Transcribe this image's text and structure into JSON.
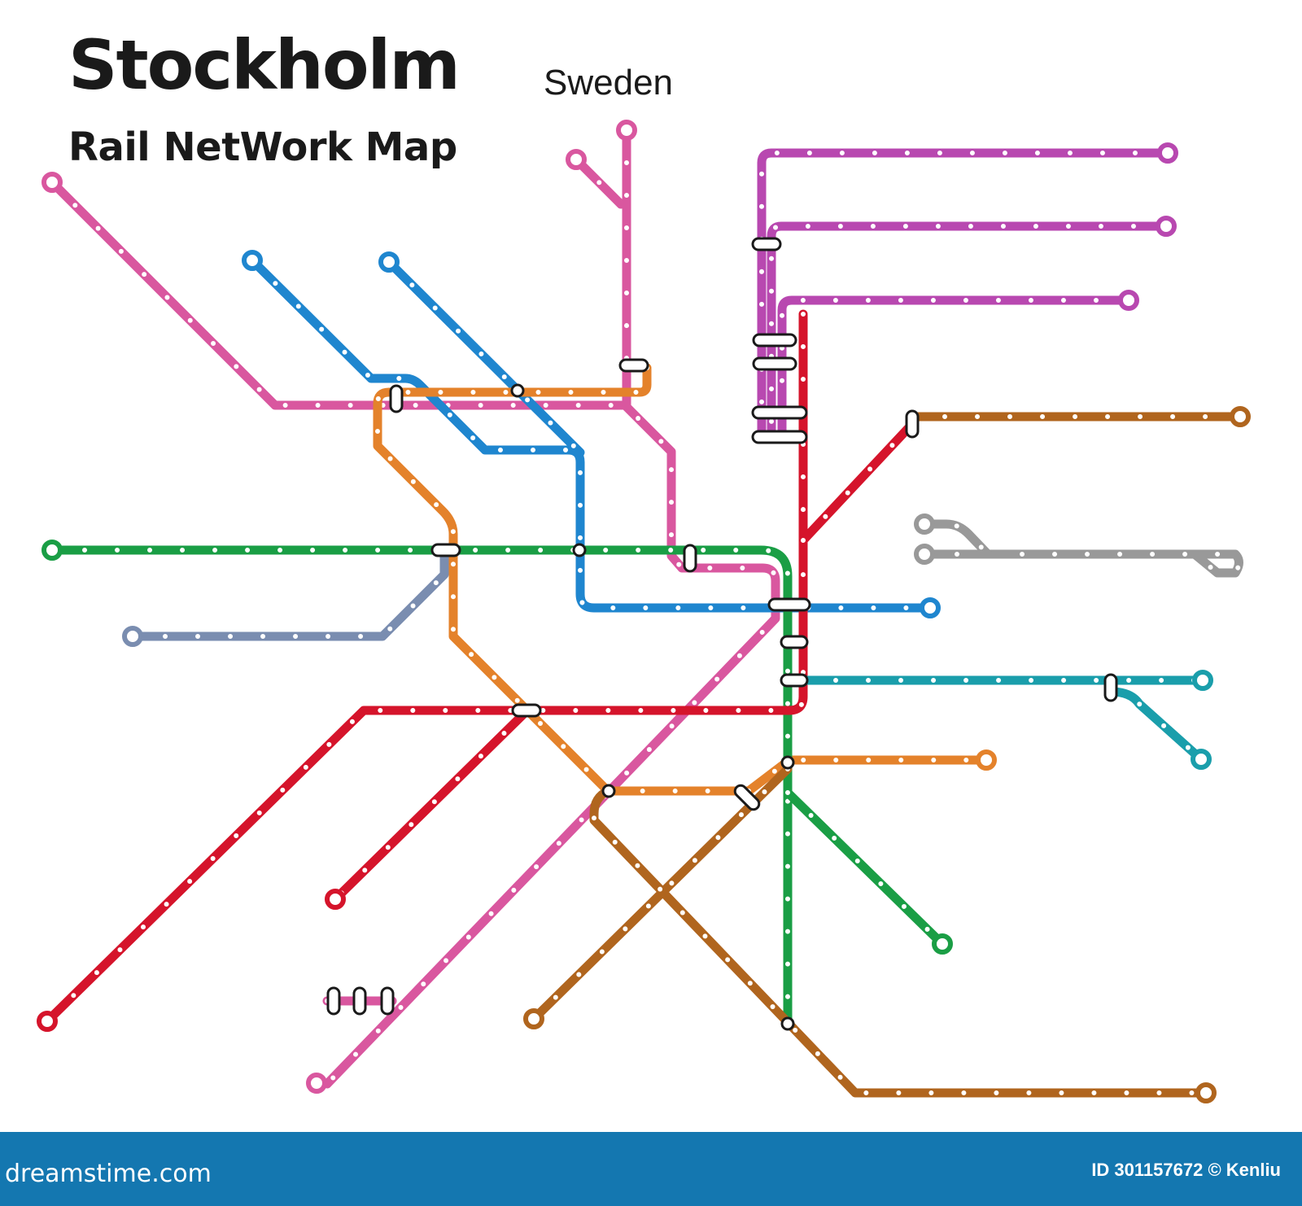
{
  "header": {
    "title": "Stockholm",
    "country": "Sweden",
    "subtitle": "Rail NetWork Map"
  },
  "footer": {
    "brand": "dreamstime.com",
    "id_text": "ID 301157672 © Kenliu",
    "background": "#1477b0"
  },
  "lines": [
    {
      "id": "pink",
      "color": "#d9579f"
    },
    {
      "id": "magenta",
      "color": "#b848b0"
    },
    {
      "id": "blue",
      "color": "#1f86cf"
    },
    {
      "id": "orange",
      "color": "#e4822b"
    },
    {
      "id": "green",
      "color": "#1a9e45"
    },
    {
      "id": "red",
      "color": "#d5142b"
    },
    {
      "id": "slate",
      "color": "#7a8db0"
    },
    {
      "id": "brown",
      "color": "#b0651e"
    },
    {
      "id": "teal",
      "color": "#1a9eab"
    },
    {
      "id": "gray",
      "color": "#999999"
    }
  ]
}
